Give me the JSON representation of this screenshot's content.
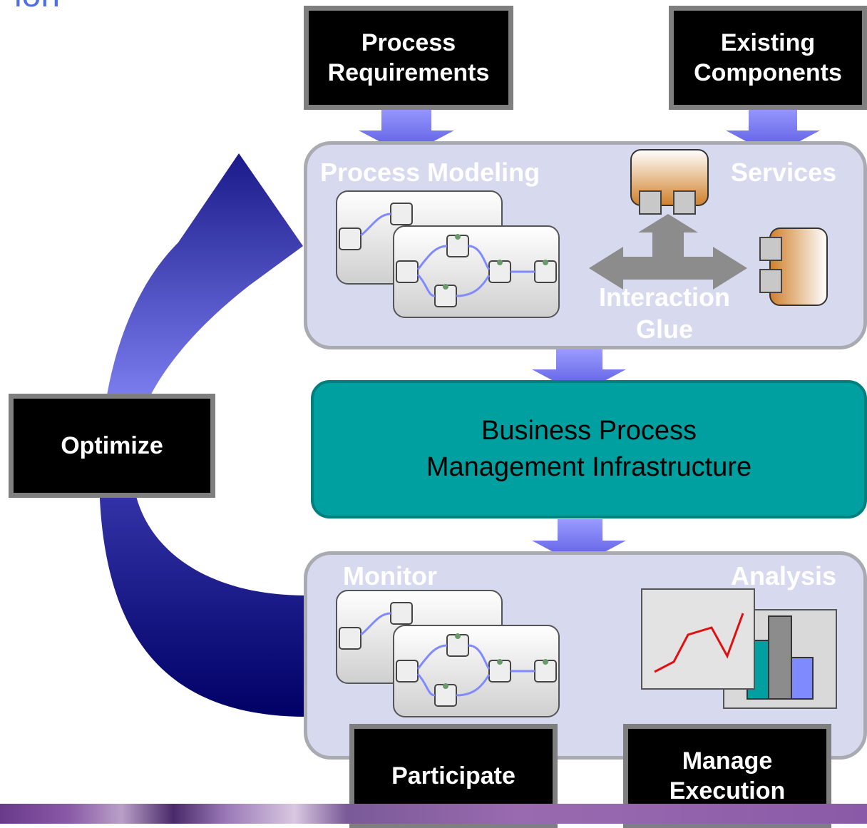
{
  "title_fragment": "ion",
  "boxes": {
    "process_requirements": [
      "Process",
      "Requirements"
    ],
    "existing_components": [
      "Existing",
      "Components"
    ],
    "optimize": "Optimize",
    "participate": "Participate",
    "manage_execution": [
      "Manage",
      "Execution"
    ]
  },
  "top_panel": {
    "process_modeling": "Process Modeling",
    "services": "Services",
    "interaction_glue": [
      "Interaction",
      "Glue"
    ]
  },
  "infrastructure": [
    "Business Process",
    "Management Infrastructure"
  ],
  "bottom_panel": {
    "monitor": "Monitor",
    "analysis": "Analysis"
  },
  "colors": {
    "cycle_arrow_dark": "#000066",
    "cycle_arrow_light": "#7f7ff0",
    "panel_fill": "#d7d9ee",
    "infrastructure_fill": "#00a0a0",
    "down_arrow": "#7070f0",
    "glue_arrow": "#8c8c8c"
  }
}
